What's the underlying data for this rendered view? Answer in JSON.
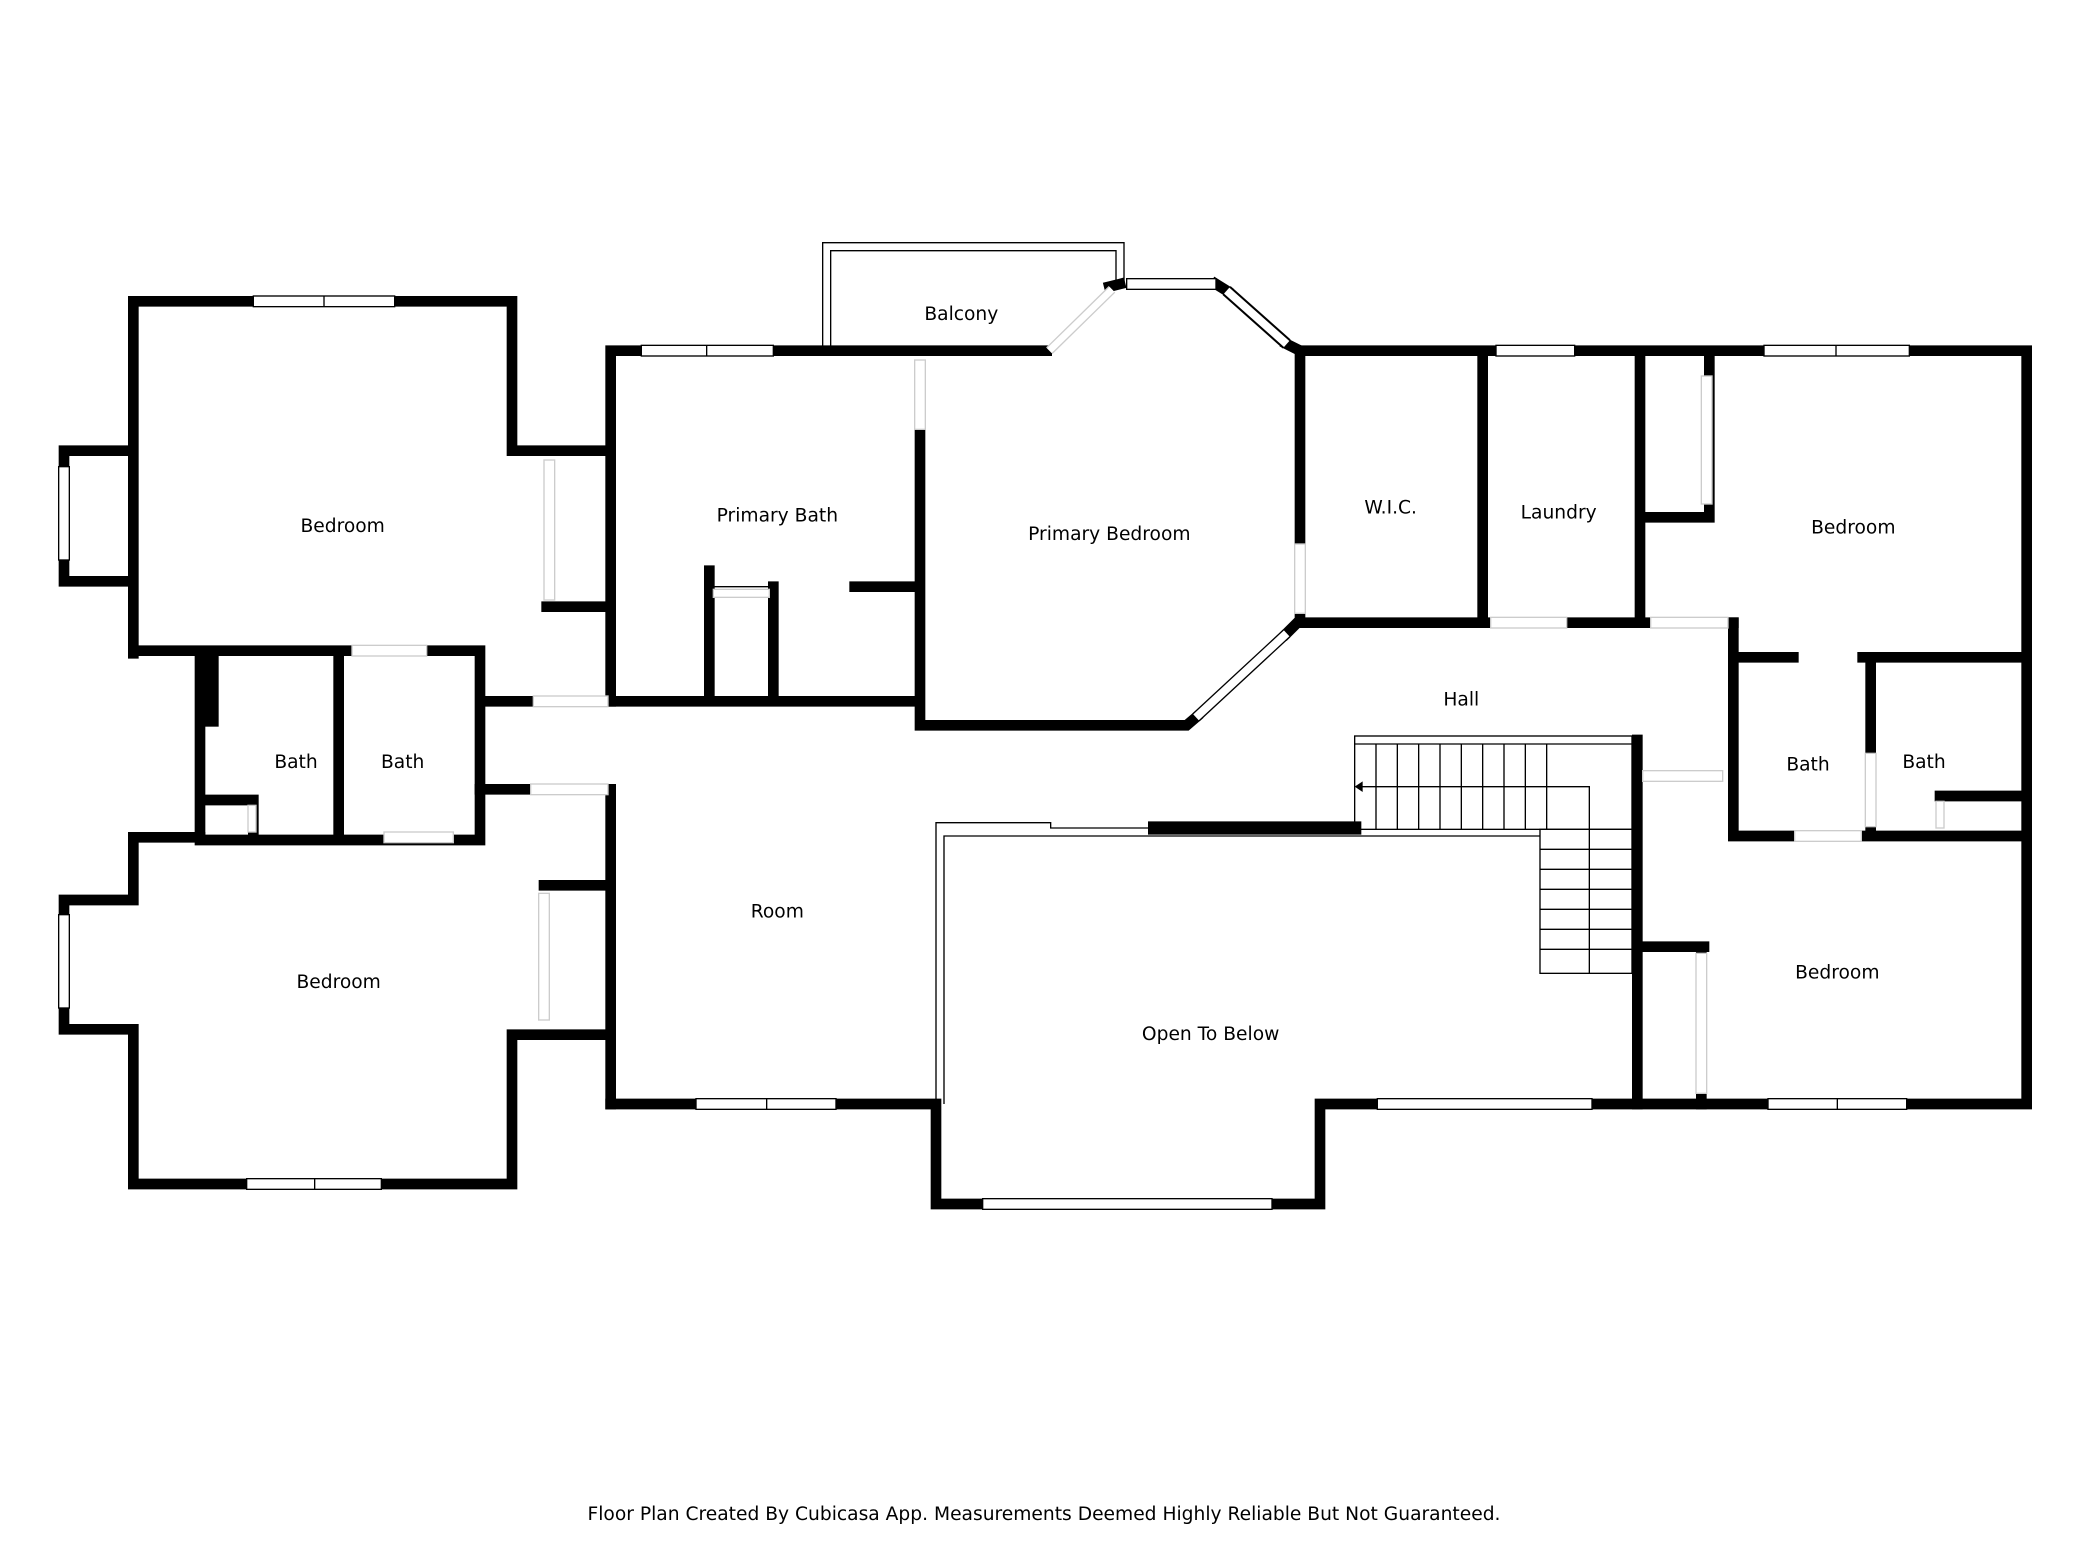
{
  "rooms": {
    "bedroom_top_left": "Bedroom",
    "bedroom_bottom_left": "Bedroom",
    "bath_left_1": "Bath",
    "bath_left_2": "Bath",
    "primary_bath": "Primary Bath",
    "primary_bedroom": "Primary Bedroom",
    "balcony": "Balcony",
    "wic": "W.I.C.",
    "laundry": "Laundry",
    "bedroom_top_right": "Bedroom",
    "hall": "Hall",
    "bath_right_1": "Bath",
    "bath_right_2": "Bath",
    "bedroom_bottom_right": "Bedroom",
    "room": "Room",
    "open_to_below": "Open To Below"
  },
  "footer": "Floor Plan Created By Cubicasa App. Measurements Deemed Highly Reliable But Not Guaranteed."
}
